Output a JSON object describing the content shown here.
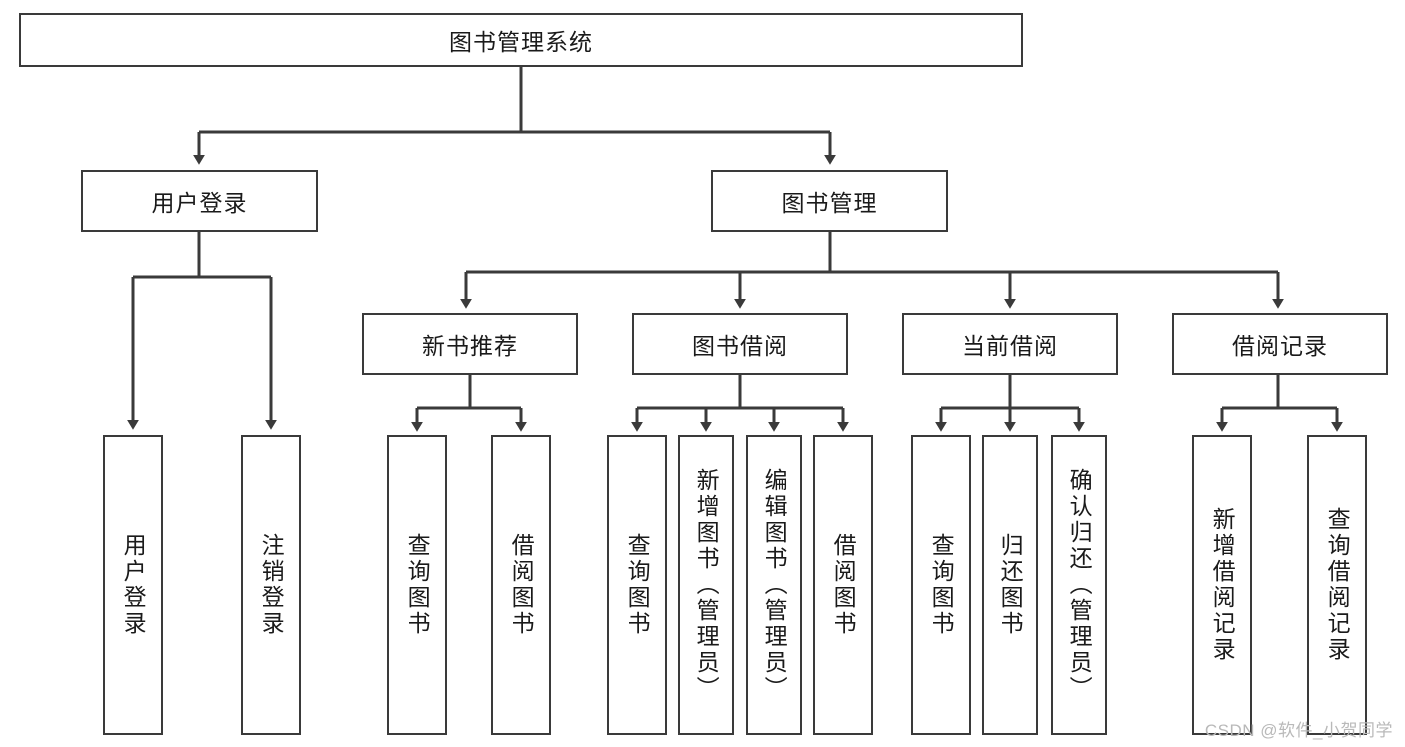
{
  "diagram": {
    "title": "图书管理系统",
    "watermark": "CSDN @软件_小贺同学",
    "line_color": "#3a3a3a",
    "box_fill": "#ffffff",
    "text_color": "#1a1a1a",
    "watermark_color": "#b9b9b9",
    "nodes": {
      "root": {
        "label": "图书管理系统"
      },
      "level2": [
        {
          "label": "用户登录"
        },
        {
          "label": "图书管理"
        }
      ],
      "level3": [
        {
          "label": "新书推荐"
        },
        {
          "label": "图书借阅"
        },
        {
          "label": "当前借阅"
        },
        {
          "label": "借阅记录"
        }
      ],
      "leaves_user_login": [
        {
          "label": "用户登录"
        },
        {
          "label": "注销登录"
        }
      ],
      "leaves_new_book": [
        {
          "label": "查询图书"
        },
        {
          "label": "借阅图书"
        }
      ],
      "leaves_borrow": [
        {
          "label": "查询图书"
        },
        {
          "label": "新增图书（管理员）"
        },
        {
          "label": "编辑图书（管理员）"
        },
        {
          "label": "借阅图书"
        }
      ],
      "leaves_current": [
        {
          "label": "查询图书"
        },
        {
          "label": "归还图书"
        },
        {
          "label": "确认归还（管理员）"
        }
      ],
      "leaves_record": [
        {
          "label": "新增借阅记录"
        },
        {
          "label": "查询借阅记录"
        }
      ]
    }
  }
}
